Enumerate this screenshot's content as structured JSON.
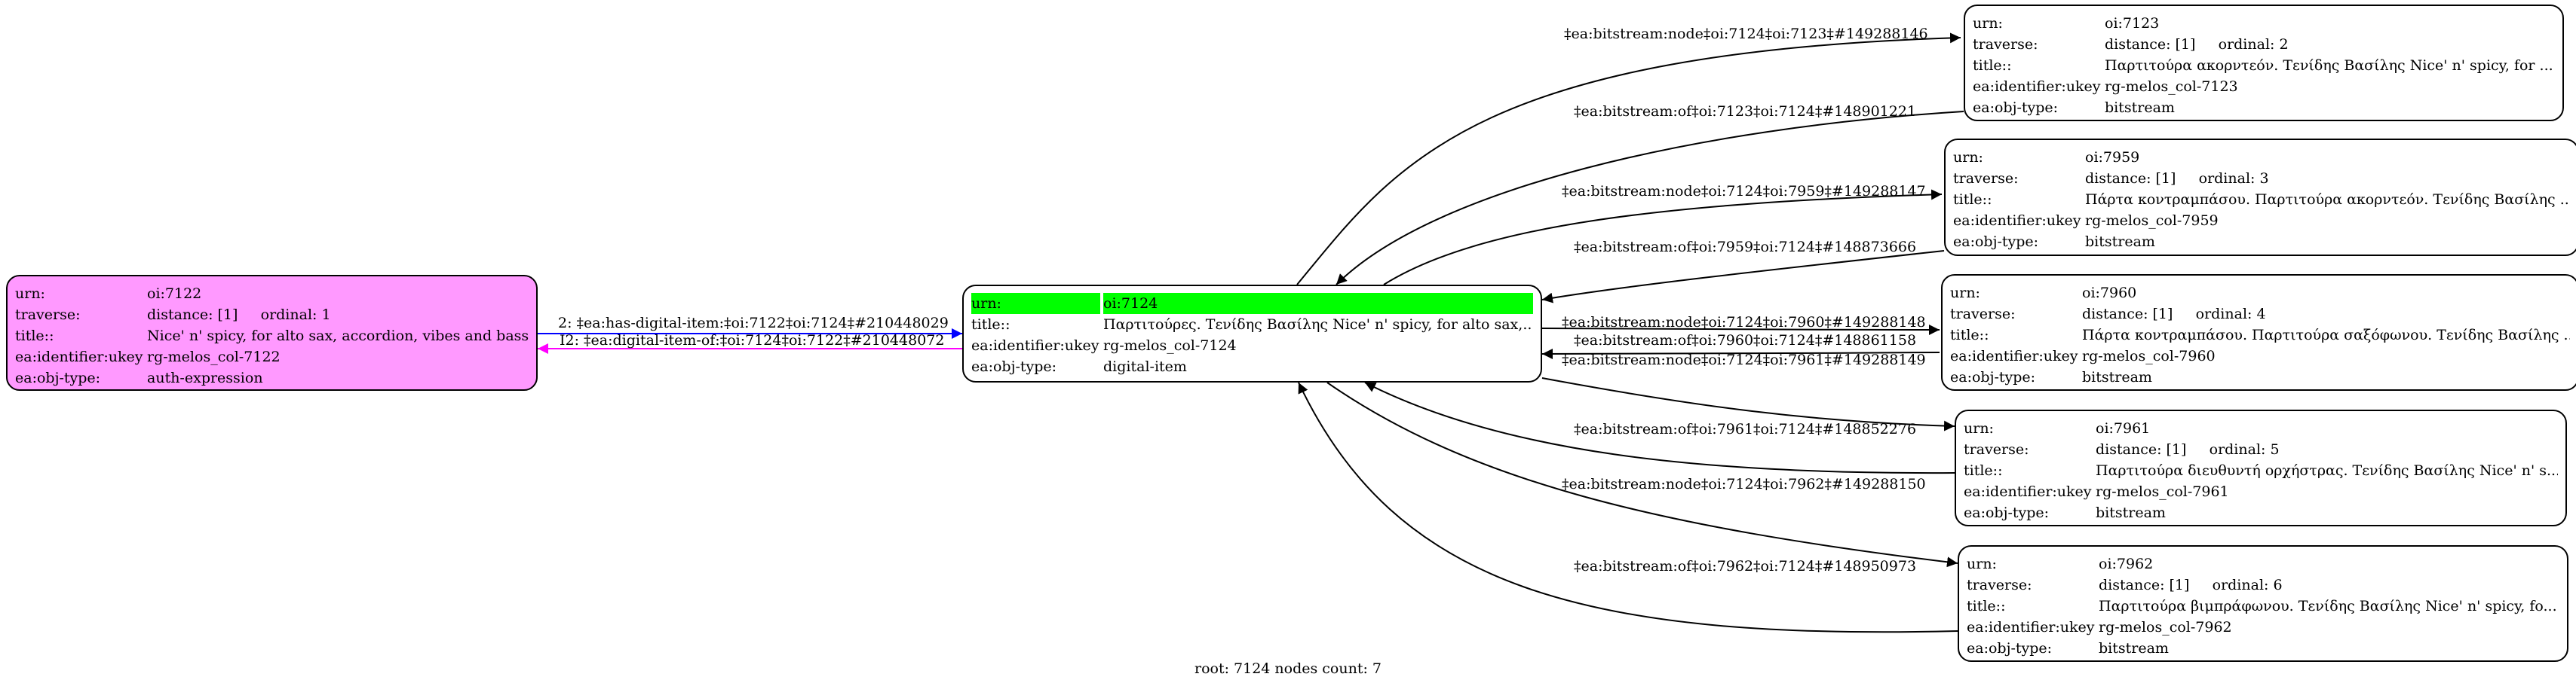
{
  "nodes": {
    "n7122": {
      "urn_key": "urn:",
      "urn": "oi:7122",
      "traverse_key": "traverse:",
      "traverse": "distance: [1]     ordinal: 1",
      "title_key": "title::",
      "title": "Nice' n' spicy, for alto sax, accordion, vibes and bass",
      "ukey_key": "ea:identifier:ukey",
      "ukey": "rg-melos_col-7122",
      "type_key": "ea:obj-type:",
      "type": "auth-expression",
      "fill": "#ff99ff"
    },
    "n7124": {
      "urn_key": "urn:",
      "urn": "oi:7124",
      "title_key": "title::",
      "title": "Παρτιτούρες. Τενίδης Βασίλης Nice' n' spicy, for alto sax,...",
      "ukey_key": "ea:identifier:ukey",
      "ukey": "rg-melos_col-7124",
      "type_key": "ea:obj-type:",
      "type": "digital-item",
      "highlight": "#00ff00"
    },
    "n7123": {
      "urn_key": "urn:",
      "urn": "oi:7123",
      "traverse_key": "traverse:",
      "traverse": "distance: [1]     ordinal: 2",
      "title_key": "title::",
      "title": "Παρτιτούρα ακορντεόν. Τενίδης Βασίλης Nice' n' spicy, for ...",
      "ukey_key": "ea:identifier:ukey",
      "ukey": "rg-melos_col-7123",
      "type_key": "ea:obj-type:",
      "type": "bitstream"
    },
    "n7959": {
      "urn_key": "urn:",
      "urn": "oi:7959",
      "traverse_key": "traverse:",
      "traverse": "distance: [1]     ordinal: 3",
      "title_key": "title::",
      "title": "Πάρτα κοντραμπάσου. Παρτιτούρα ακορντεόν. Τενίδης Βασίλης ...",
      "ukey_key": "ea:identifier:ukey",
      "ukey": "rg-melos_col-7959",
      "type_key": "ea:obj-type:",
      "type": "bitstream"
    },
    "n7960": {
      "urn_key": "urn:",
      "urn": "oi:7960",
      "traverse_key": "traverse:",
      "traverse": "distance: [1]     ordinal: 4",
      "title_key": "title::",
      "title": "Πάρτα κοντραμπάσου. Παρτιτούρα σαξόφωνου. Τενίδης Βασίλης ...",
      "ukey_key": "ea:identifier:ukey",
      "ukey": "rg-melos_col-7960",
      "type_key": "ea:obj-type:",
      "type": "bitstream"
    },
    "n7961": {
      "urn_key": "urn:",
      "urn": "oi:7961",
      "traverse_key": "traverse:",
      "traverse": "distance: [1]     ordinal: 5",
      "title_key": "title::",
      "title": "Παρτιτούρα διευθυντή ορχήστρας. Τενίδης Βασίλης Nice' n' s...",
      "ukey_key": "ea:identifier:ukey",
      "ukey": "rg-melos_col-7961",
      "type_key": "ea:obj-type:",
      "type": "bitstream"
    },
    "n7962": {
      "urn_key": "urn:",
      "urn": "oi:7962",
      "traverse_key": "traverse:",
      "traverse": "distance: [1]     ordinal: 6",
      "title_key": "title::",
      "title": "Παρτιτούρα βιμπράφωνου. Τενίδης Βασίλης Nice' n' spicy, fo...",
      "ukey_key": "ea:identifier:ukey",
      "ukey": "rg-melos_col-7962",
      "type_key": "ea:obj-type:",
      "type": "bitstream"
    }
  },
  "edges": {
    "has_item": {
      "label": "2: ‡ea:has-digital-item:‡oi:7122‡oi:7124‡#210448029",
      "color": "#0000ff"
    },
    "item_of": {
      "label": "I2: ‡ea:digital-item-of:‡oi:7124‡oi:7122‡#210448072",
      "color": "#ff00ff"
    },
    "node_7123": {
      "label": "‡ea:bitstream:node‡oi:7124‡oi:7123‡#149288146",
      "color": "#000000"
    },
    "of_7123": {
      "label": "‡ea:bitstream:of‡oi:7123‡oi:7124‡#148901221",
      "color": "#000000"
    },
    "node_7959": {
      "label": "‡ea:bitstream:node‡oi:7124‡oi:7959‡#149288147",
      "color": "#000000"
    },
    "of_7959": {
      "label": "‡ea:bitstream:of‡oi:7959‡oi:7124‡#148873666",
      "color": "#000000"
    },
    "node_7960": {
      "label": "‡ea:bitstream:node‡oi:7124‡oi:7960‡#149288148",
      "color": "#000000"
    },
    "of_7960": {
      "label": "‡ea:bitstream:of‡oi:7960‡oi:7124‡#148861158",
      "color": "#000000"
    },
    "node_7961": {
      "label": "‡ea:bitstream:node‡oi:7124‡oi:7961‡#149288149",
      "color": "#000000"
    },
    "of_7961": {
      "label": "‡ea:bitstream:of‡oi:7961‡oi:7124‡#148852276",
      "color": "#000000"
    },
    "node_7962": {
      "label": "‡ea:bitstream:node‡oi:7124‡oi:7962‡#149288150",
      "color": "#000000"
    },
    "of_7962": {
      "label": "‡ea:bitstream:of‡oi:7962‡oi:7124‡#148950973",
      "color": "#000000"
    }
  },
  "footer": "root: 7124 nodes count: 7"
}
